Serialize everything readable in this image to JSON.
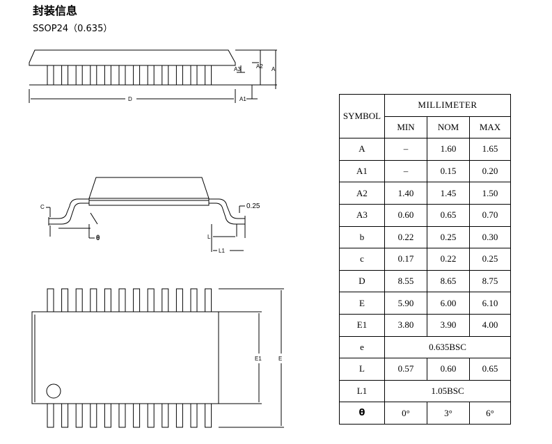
{
  "header": {
    "title": "封装信息",
    "subtitle": "SSOP24（0.635）"
  },
  "drawing_labels": {
    "top": {
      "a3": "A3",
      "a2": "A2",
      "a": "A",
      "a1": "A1",
      "d": "D"
    },
    "side": {
      "c": "C",
      "theta": "θ",
      "lead_thickness": "0.25",
      "l": "L",
      "l1": "L1"
    },
    "body": {
      "e1": "E1",
      "e": "E"
    }
  },
  "table": {
    "symbol_header": "SYMBOL",
    "unit_header": "MILLIMETER",
    "cols": [
      "MIN",
      "NOM",
      "MAX"
    ],
    "rows": [
      {
        "symbol": "A",
        "values": [
          "–",
          "1.60",
          "1.65"
        ]
      },
      {
        "symbol": "A1",
        "values": [
          "–",
          "0.15",
          "0.20"
        ]
      },
      {
        "symbol": "A2",
        "values": [
          "1.40",
          "1.45",
          "1.50"
        ]
      },
      {
        "symbol": "A3",
        "values": [
          "0.60",
          "0.65",
          "0.70"
        ]
      },
      {
        "symbol": "b",
        "values": [
          "0.22",
          "0.25",
          "0.30"
        ]
      },
      {
        "symbol": "c",
        "values": [
          "0.17",
          "0.22",
          "0.25"
        ]
      },
      {
        "symbol": "D",
        "values": [
          "8.55",
          "8.65",
          "8.75"
        ]
      },
      {
        "symbol": "E",
        "values": [
          "5.90",
          "6.00",
          "6.10"
        ]
      },
      {
        "symbol": "E1",
        "values": [
          "3.80",
          "3.90",
          "4.00"
        ]
      },
      {
        "symbol": "e",
        "span": "0.635BSC"
      },
      {
        "symbol": "L",
        "values": [
          "0.57",
          "0.60",
          "0.65"
        ]
      },
      {
        "symbol": "L1",
        "span": "1.05BSC"
      },
      {
        "symbol": "θ",
        "values": [
          "0°",
          "3°",
          "6°"
        ],
        "theta": true
      }
    ]
  }
}
